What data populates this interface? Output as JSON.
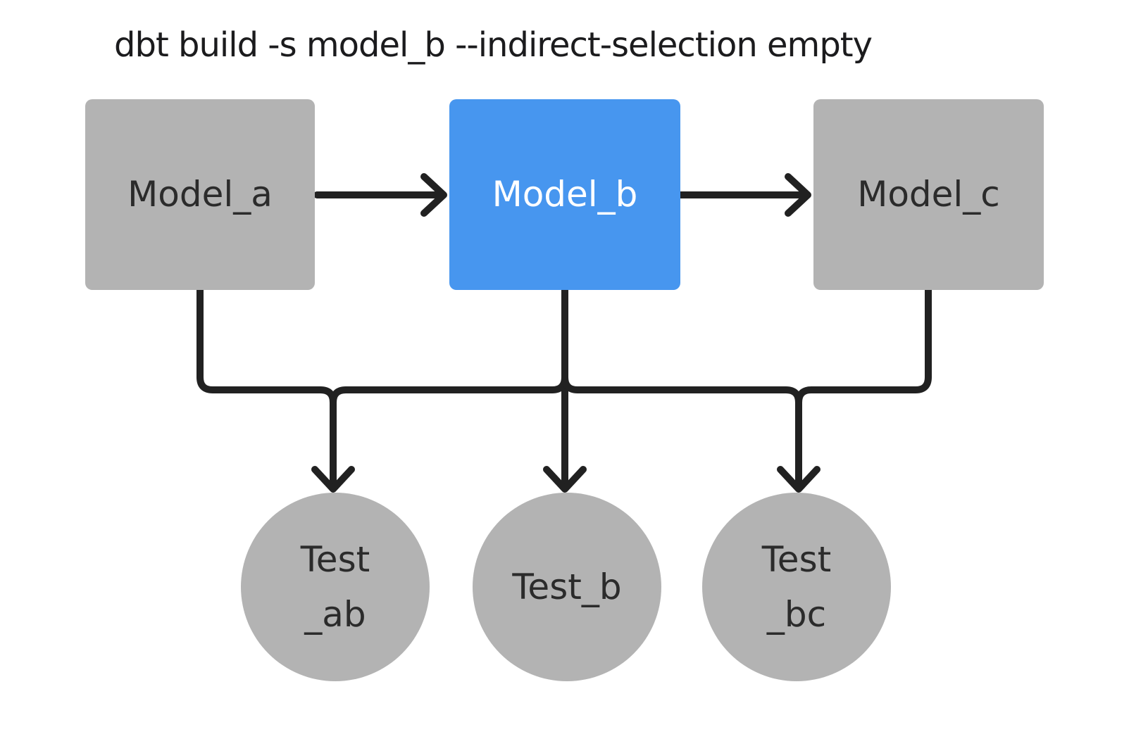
{
  "title": "dbt build -s model_b --indirect-selection empty",
  "diagram": {
    "nodes": {
      "model_a": {
        "label": "Model_a",
        "type": "model",
        "state": "unselected"
      },
      "model_b": {
        "label": "Model_b",
        "type": "model",
        "state": "selected"
      },
      "model_c": {
        "label": "Model_c",
        "type": "model",
        "state": "unselected"
      },
      "test_ab": {
        "label_line1": "Test",
        "label_line2": "_ab",
        "type": "test",
        "state": "unselected"
      },
      "test_b": {
        "label": "Test_b",
        "type": "test",
        "state": "unselected"
      },
      "test_bc": {
        "label_line1": "Test",
        "label_line2": "_bc",
        "type": "test",
        "state": "unselected"
      }
    },
    "edges": [
      {
        "from": "model_a",
        "to": "model_b",
        "arrow": true
      },
      {
        "from": "model_b",
        "to": "model_c",
        "arrow": true
      },
      {
        "from": "model_a",
        "to": "test_ab",
        "arrow": true
      },
      {
        "from": "model_b",
        "to": "test_ab",
        "arrow": true
      },
      {
        "from": "model_b",
        "to": "test_b",
        "arrow": true
      },
      {
        "from": "model_b",
        "to": "test_bc",
        "arrow": true
      },
      {
        "from": "model_c",
        "to": "test_bc",
        "arrow": true
      }
    ]
  },
  "colors": {
    "background": "#ffffff",
    "selected_node": "#4796ef",
    "unselected_node": "#b3b3b3",
    "edge": "#212121",
    "node_text_dark": "#2b2b2b",
    "node_text_light": "#ffffff",
    "title_text": "#1b1b1d"
  }
}
